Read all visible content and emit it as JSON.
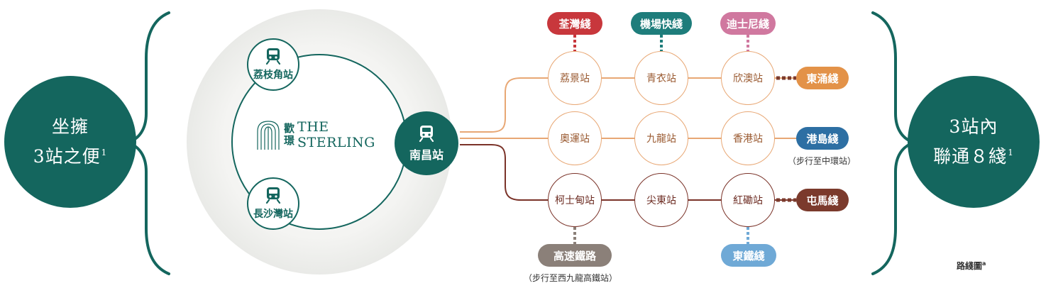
{
  "left_badge": {
    "line1": "坐擁",
    "line2": "3站之便",
    "sup": "1"
  },
  "right_badge": {
    "line1": "3站內",
    "line2": "聯通８綫",
    "sup": "1"
  },
  "stations": {
    "top": "荔枝角站",
    "bottom": "長沙灣站",
    "hub": "南昌站"
  },
  "logo": {
    "cn_top": "歡",
    "cn_bottom": "璟",
    "en_top": "THE",
    "en_bottom": "STERLING"
  },
  "nodes": {
    "row1": [
      "荔景站",
      "青衣站",
      "欣澳站"
    ],
    "row2": [
      "奧運站",
      "九龍站",
      "香港站"
    ],
    "row3": [
      "柯士甸站",
      "尖東站",
      "紅磡站"
    ]
  },
  "lines": {
    "tsuen_wan": "荃灣綫",
    "airport_express": "機場快綫",
    "disneyland": "迪士尼綫",
    "tung_chung": "東涌綫",
    "island": "港島綫",
    "tuen_ma": "屯馬綫",
    "high_speed_rail": "高速鐵路",
    "east_rail": "東鐵綫"
  },
  "notes": {
    "island": "（步行至中環站）",
    "high_speed_rail": "（步行至西九龍高鐵站）",
    "map_label": "路綫圖",
    "map_label_sup": "a"
  },
  "colors": {
    "brand_green": "#14665e",
    "orange_line": "#e8a774",
    "dark_red_line": "#7a3228",
    "tsuen_wan": "#c8373c",
    "airport_express": "#1e7d7b",
    "disneyland": "#d0789f",
    "tung_chung": "#e39248",
    "island": "#2d6fa3",
    "tuen_ma": "#7b3a2c",
    "high_speed_rail": "#8b8079",
    "east_rail": "#6fa9d6"
  }
}
